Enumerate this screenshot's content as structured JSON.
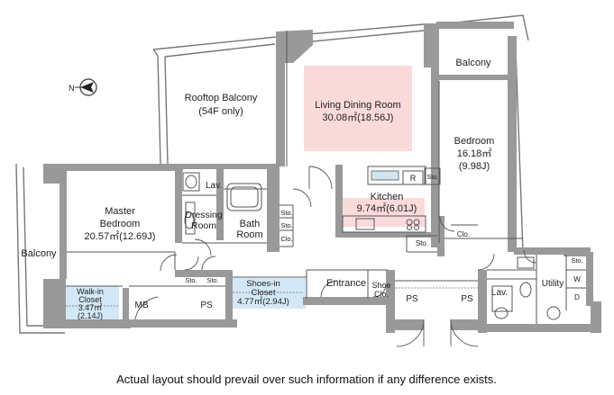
{
  "compass": {
    "north_label": "N"
  },
  "rooms": {
    "rooftop_balcony": {
      "name": "Rooftop Balcony",
      "note": "(54F only)"
    },
    "living_dining": {
      "name": "Living Dining Room",
      "area": "30.08㎡(18.56J)"
    },
    "balcony_top": {
      "name": "Balcony"
    },
    "bedroom": {
      "name": "Bedroom",
      "area_m2": "16.18㎡",
      "area_j": "(9.98J)"
    },
    "master_bedroom": {
      "name_line1": "Master",
      "name_line2": "Bedroom",
      "area": "20.57㎡(12.69J)"
    },
    "balcony_left": {
      "name": "Balcony"
    },
    "lav_upper": {
      "name": "Lav."
    },
    "dressing_room": {
      "name_line1": "Dressing",
      "name_line2": "Room"
    },
    "bath_room": {
      "name_line1": "Bath",
      "name_line2": "Room"
    },
    "kitchen": {
      "name": "Kitchen",
      "area": "9.74㎡(6.01J)"
    },
    "entrance": {
      "name": "Entrance"
    },
    "walk_in_closet": {
      "name_line1": "Walk-in",
      "name_line2": "Closet",
      "area_m2": "3.47㎡",
      "area_j": "(2.14J)"
    },
    "shoes_in_closet": {
      "name_line1": "Shoes-in",
      "name_line2": "Closet",
      "area": "4.77㎡(2.94J)"
    },
    "shoe_closet": {
      "name_line1": "Shoe",
      "name_line2": "Clo."
    },
    "lav_lower": {
      "name": "Lav."
    },
    "utility": {
      "name": "Utility"
    }
  },
  "labels": {
    "mb": "MB",
    "ps": "PS",
    "r": "R",
    "sto": "Sto.",
    "clo": "Clo.",
    "w": "W",
    "d": "D"
  },
  "caption": "Actual layout should prevail over such information if any difference exists."
}
